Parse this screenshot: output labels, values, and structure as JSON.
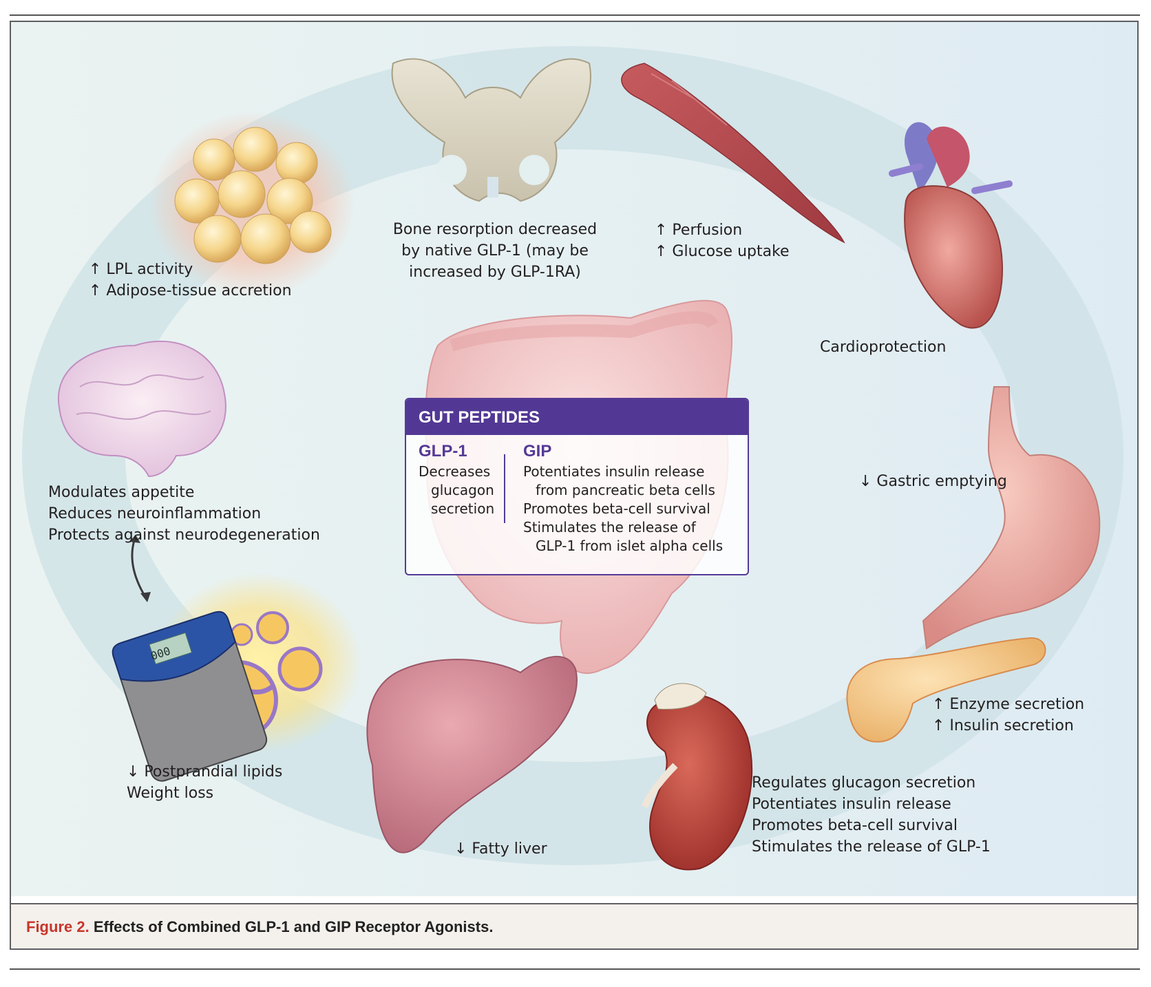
{
  "figure": {
    "caption_label": "Figure 2.",
    "caption_title": "Effects of Combined GLP-1 and GIP Receptor Agonists."
  },
  "gut_peptides": {
    "title": "GUT PEPTIDES",
    "glp1": {
      "heading": "GLP-1",
      "lines": [
        "Decreases",
        "glucagon",
        "secretion"
      ]
    },
    "gip": {
      "heading": "GIP",
      "lines": [
        "Potentiates insulin release",
        "from pancreatic beta cells",
        "Promotes beta-cell survival",
        "Stimulates the release of",
        "GLP-1 from islet alpha cells"
      ]
    }
  },
  "organs": {
    "adipose": {
      "icon": "fat-cells-icon",
      "lines": [
        "↑ LPL activity",
        "↑ Adipose-tissue accretion"
      ]
    },
    "bone": {
      "icon": "pelvis-bone-icon",
      "lines": [
        "Bone resorption decreased",
        "by native GLP-1 (may be",
        "increased by GLP-1RA)"
      ]
    },
    "muscle": {
      "icon": "muscle-icon",
      "lines": [
        "↑ Perfusion",
        "↑ Glucose uptake"
      ]
    },
    "heart": {
      "icon": "heart-icon",
      "lines": [
        "Cardioprotection"
      ]
    },
    "stomach": {
      "icon": "stomach-icon",
      "lines": [
        "↓ Gastric emptying"
      ]
    },
    "pancreas": {
      "icon": "pancreas-icon",
      "lines": [
        "↑ Enzyme secretion",
        "↑ Insulin secretion"
      ]
    },
    "kidney_islet": {
      "icon": "kidney-icon",
      "lines": [
        "Regulates glucagon secretion",
        "Potentiates insulin release",
        "Promotes beta-cell survival",
        "Stimulates the release of GLP-1"
      ]
    },
    "liver": {
      "icon": "liver-icon",
      "lines": [
        "↓ Fatty liver"
      ]
    },
    "weight": {
      "icon": "scale-icon",
      "scale_display": "000",
      "lines": [
        "↓ Postprandial lipids",
        "Weight loss"
      ]
    },
    "brain": {
      "icon": "brain-icon",
      "lines": [
        "Modulates appetite",
        "Reduces neuroinflammation",
        "Protects against neurodegeneration"
      ]
    }
  },
  "colors": {
    "accent_purple": "#523894",
    "caption_red": "#c8352b",
    "ring": "#cfe3e6"
  }
}
